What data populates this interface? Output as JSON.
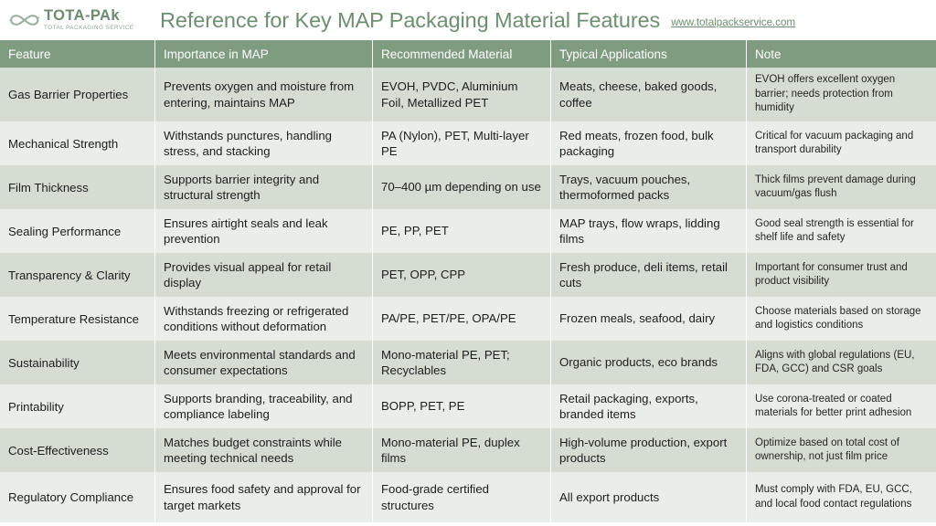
{
  "header": {
    "logo": {
      "mark": "infinity-icon",
      "name": "TOTA-PAk",
      "tagline": "TOTAL PACKAGING SERVICE"
    },
    "title": "Reference for Key MAP Packaging Material Features",
    "url": "www.totalpackservice.com"
  },
  "colors": {
    "header_green": "#7f9c80",
    "title_green": "#6e8e72",
    "row_odd": "#d5ddd3",
    "row_even": "#eaeeea",
    "grid_line": "#ffffff",
    "text_dark": "#1d1d1d"
  },
  "table": {
    "columns": [
      "Feature",
      "Importance in MAP",
      "Recommended Material",
      "Typical Applications",
      "Note"
    ],
    "rows": [
      {
        "feature": "Gas Barrier Properties",
        "importance": "Prevents oxygen and moisture from entering, maintains MAP",
        "material": "EVOH, PVDC, Aluminium Foil, Metallized PET",
        "applications": "Meats, cheese, baked goods, coffee",
        "note": "EVOH offers excellent oxygen barrier; needs protection from humidity"
      },
      {
        "feature": "Mechanical Strength",
        "importance": "Withstands punctures, handling stress, and stacking",
        "material": "PA (Nylon), PET, Multi-layer PE",
        "applications": "Red meats, frozen food, bulk packaging",
        "note": "Critical for vacuum packaging and transport durability"
      },
      {
        "feature": "Film Thickness",
        "importance": "Supports barrier integrity and structural strength",
        "material": "70–400 µm depending on use",
        "applications": "Trays, vacuum pouches, thermoformed packs",
        "note": "Thick films prevent damage during vacuum/gas flush"
      },
      {
        "feature": "Sealing Performance",
        "importance": "Ensures airtight seals and leak prevention",
        "material": "PE, PP, PET",
        "applications": "MAP trays, flow wraps, lidding films",
        "note": "Good seal strength is essential for shelf life and safety"
      },
      {
        "feature": "Transparency & Clarity",
        "importance": "Provides visual appeal for retail display",
        "material": "PET, OPP, CPP",
        "applications": "Fresh produce, deli items, retail cuts",
        "note": "Important for consumer trust and product visibility"
      },
      {
        "feature": "Temperature Resistance",
        "importance": "Withstands freezing or refrigerated conditions without deformation",
        "material": "PA/PE, PET/PE, OPA/PE",
        "applications": "Frozen meals, seafood, dairy",
        "note": "Choose materials based on storage and logistics conditions"
      },
      {
        "feature": "Sustainability",
        "importance": "Meets environmental standards and consumer expectations",
        "material": "Mono-material PE, PET; Recyclables",
        "applications": "Organic products, eco brands",
        "note": "Aligns with global regulations (EU, FDA, GCC) and CSR goals"
      },
      {
        "feature": "Printability",
        "importance": "Supports branding, traceability, and compliance labeling",
        "material": "BOPP, PET, PE",
        "applications": "Retail packaging, exports, branded items",
        "note": "Use corona-treated or coated materials for better print adhesion"
      },
      {
        "feature": "Cost-Effectiveness",
        "importance": "Matches budget constraints while meeting technical needs",
        "material": "Mono-material PE, duplex films",
        "applications": "High-volume production, export products",
        "note": "Optimize based on total cost of ownership, not just film price"
      },
      {
        "feature": "Regulatory Compliance",
        "importance": "Ensures food safety and approval for target markets",
        "material": "Food-grade certified structures",
        "applications": "All export products",
        "note": "Must comply with FDA, EU, GCC, and local food contact regulations"
      }
    ]
  }
}
